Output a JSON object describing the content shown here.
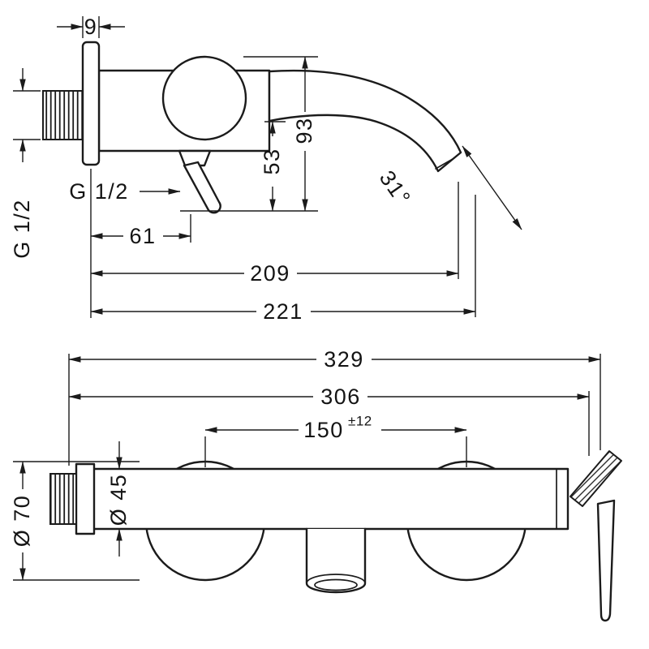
{
  "drawing": {
    "colors": {
      "line": "#1b1b1b",
      "background": "#ffffff"
    },
    "top_view": {
      "plate_thickness": "9",
      "thread_size_vertical": "G 1/2",
      "thread_size_leader": "G 1/2",
      "spout_drop": "53",
      "height": "93",
      "handle_offset": "61",
      "spout_reach": "209",
      "overall_reach": "221",
      "spout_angle": "31°"
    },
    "front_view": {
      "overall_width": "329",
      "body_width": "306",
      "hole_spacing": "150",
      "hole_spacing_tolerance": "±12",
      "body_diameter": "Ø 45",
      "escutcheon_diameter": "Ø 70"
    }
  }
}
